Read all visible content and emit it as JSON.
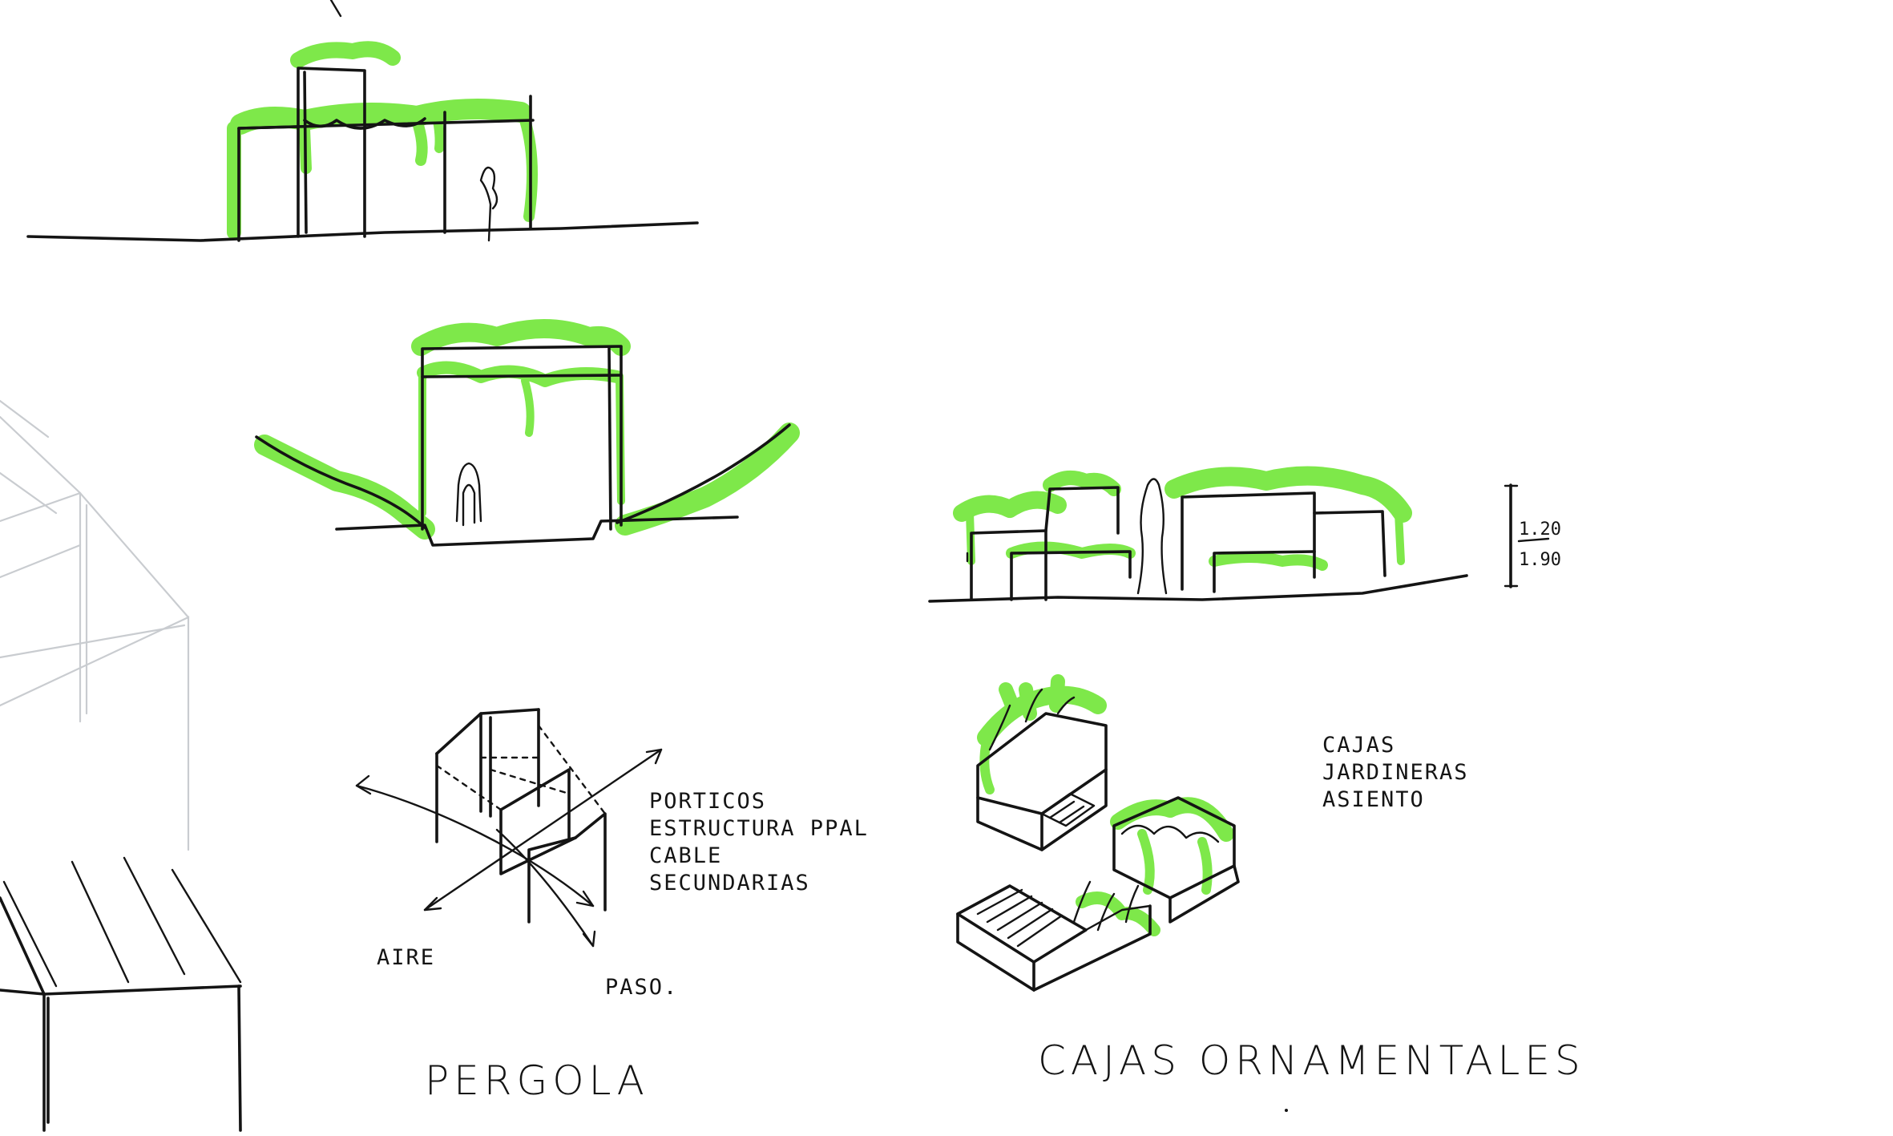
{
  "sketch": {
    "pergola": {
      "title": "PERGOLA",
      "notes": [
        "PORTICOS",
        "ESTRUCTURA PPAL",
        "CABLE",
        "SECUNDARIAS"
      ],
      "axis_labels": {
        "air": "AIRE",
        "path": "PASO."
      }
    },
    "cajas": {
      "title": "CAJAS ORNAMENTALES",
      "notes": [
        "CAJAS",
        "JARDINERAS",
        "ASIENTO"
      ],
      "dimensions": {
        "upper": "1.20",
        "lower": "1.90"
      }
    },
    "colors": {
      "ink": "#141414",
      "highlight": "#8ef05a",
      "pencil": "#c9ccd0"
    }
  }
}
